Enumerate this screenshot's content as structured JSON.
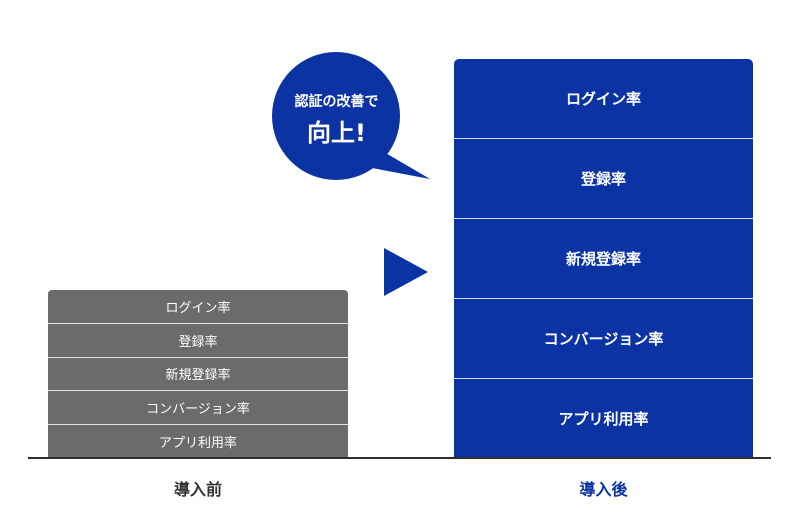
{
  "before": {
    "caption": "導入前",
    "items": [
      "ログイン率",
      "登録率",
      "新規登録率",
      "コンバージョン率",
      "アプリ利用率"
    ]
  },
  "after": {
    "caption": "導入後",
    "items": [
      "ログイン率",
      "登録率",
      "新規登録率",
      "コンバージョン率",
      "アプリ利用率"
    ]
  },
  "bubble": {
    "line1": "認証の改善で",
    "line2": "向上!"
  },
  "colors": {
    "before_bar": "#6b6b6b",
    "accent_blue": "#0b33a4",
    "after_caption": "#0b33a4",
    "baseline": "#2e2e2e"
  },
  "icons": {
    "arrow": "right-triangle-arrow-icon",
    "bubble": "speech-bubble-icon"
  }
}
